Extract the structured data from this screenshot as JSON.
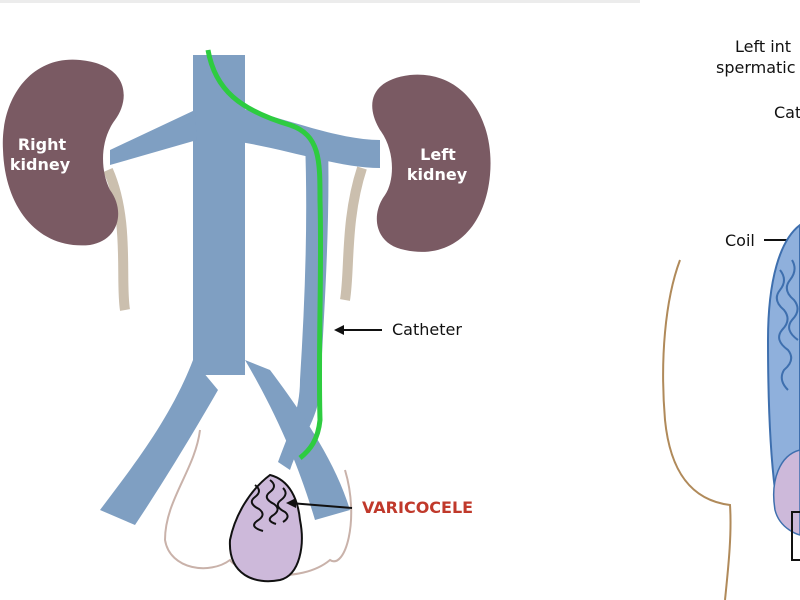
{
  "left_panel": {
    "labels": {
      "right_kidney_line1": "Right",
      "right_kidney_line2": "kidney",
      "left_kidney_line1": "Left",
      "left_kidney_line2": "kidney",
      "catheter": "Catheter",
      "varicocele": "VARICOCELE"
    }
  },
  "right_panel": {
    "labels": {
      "line1": "Left int",
      "line2": "spermatic",
      "catheter_partial": "Cat",
      "coil": "Coil"
    }
  },
  "colors": {
    "vein": "#7f9fc2",
    "kidney": "#7a5a63",
    "catheter": "#2ecc40",
    "varicocele_label": "#c0392b"
  }
}
